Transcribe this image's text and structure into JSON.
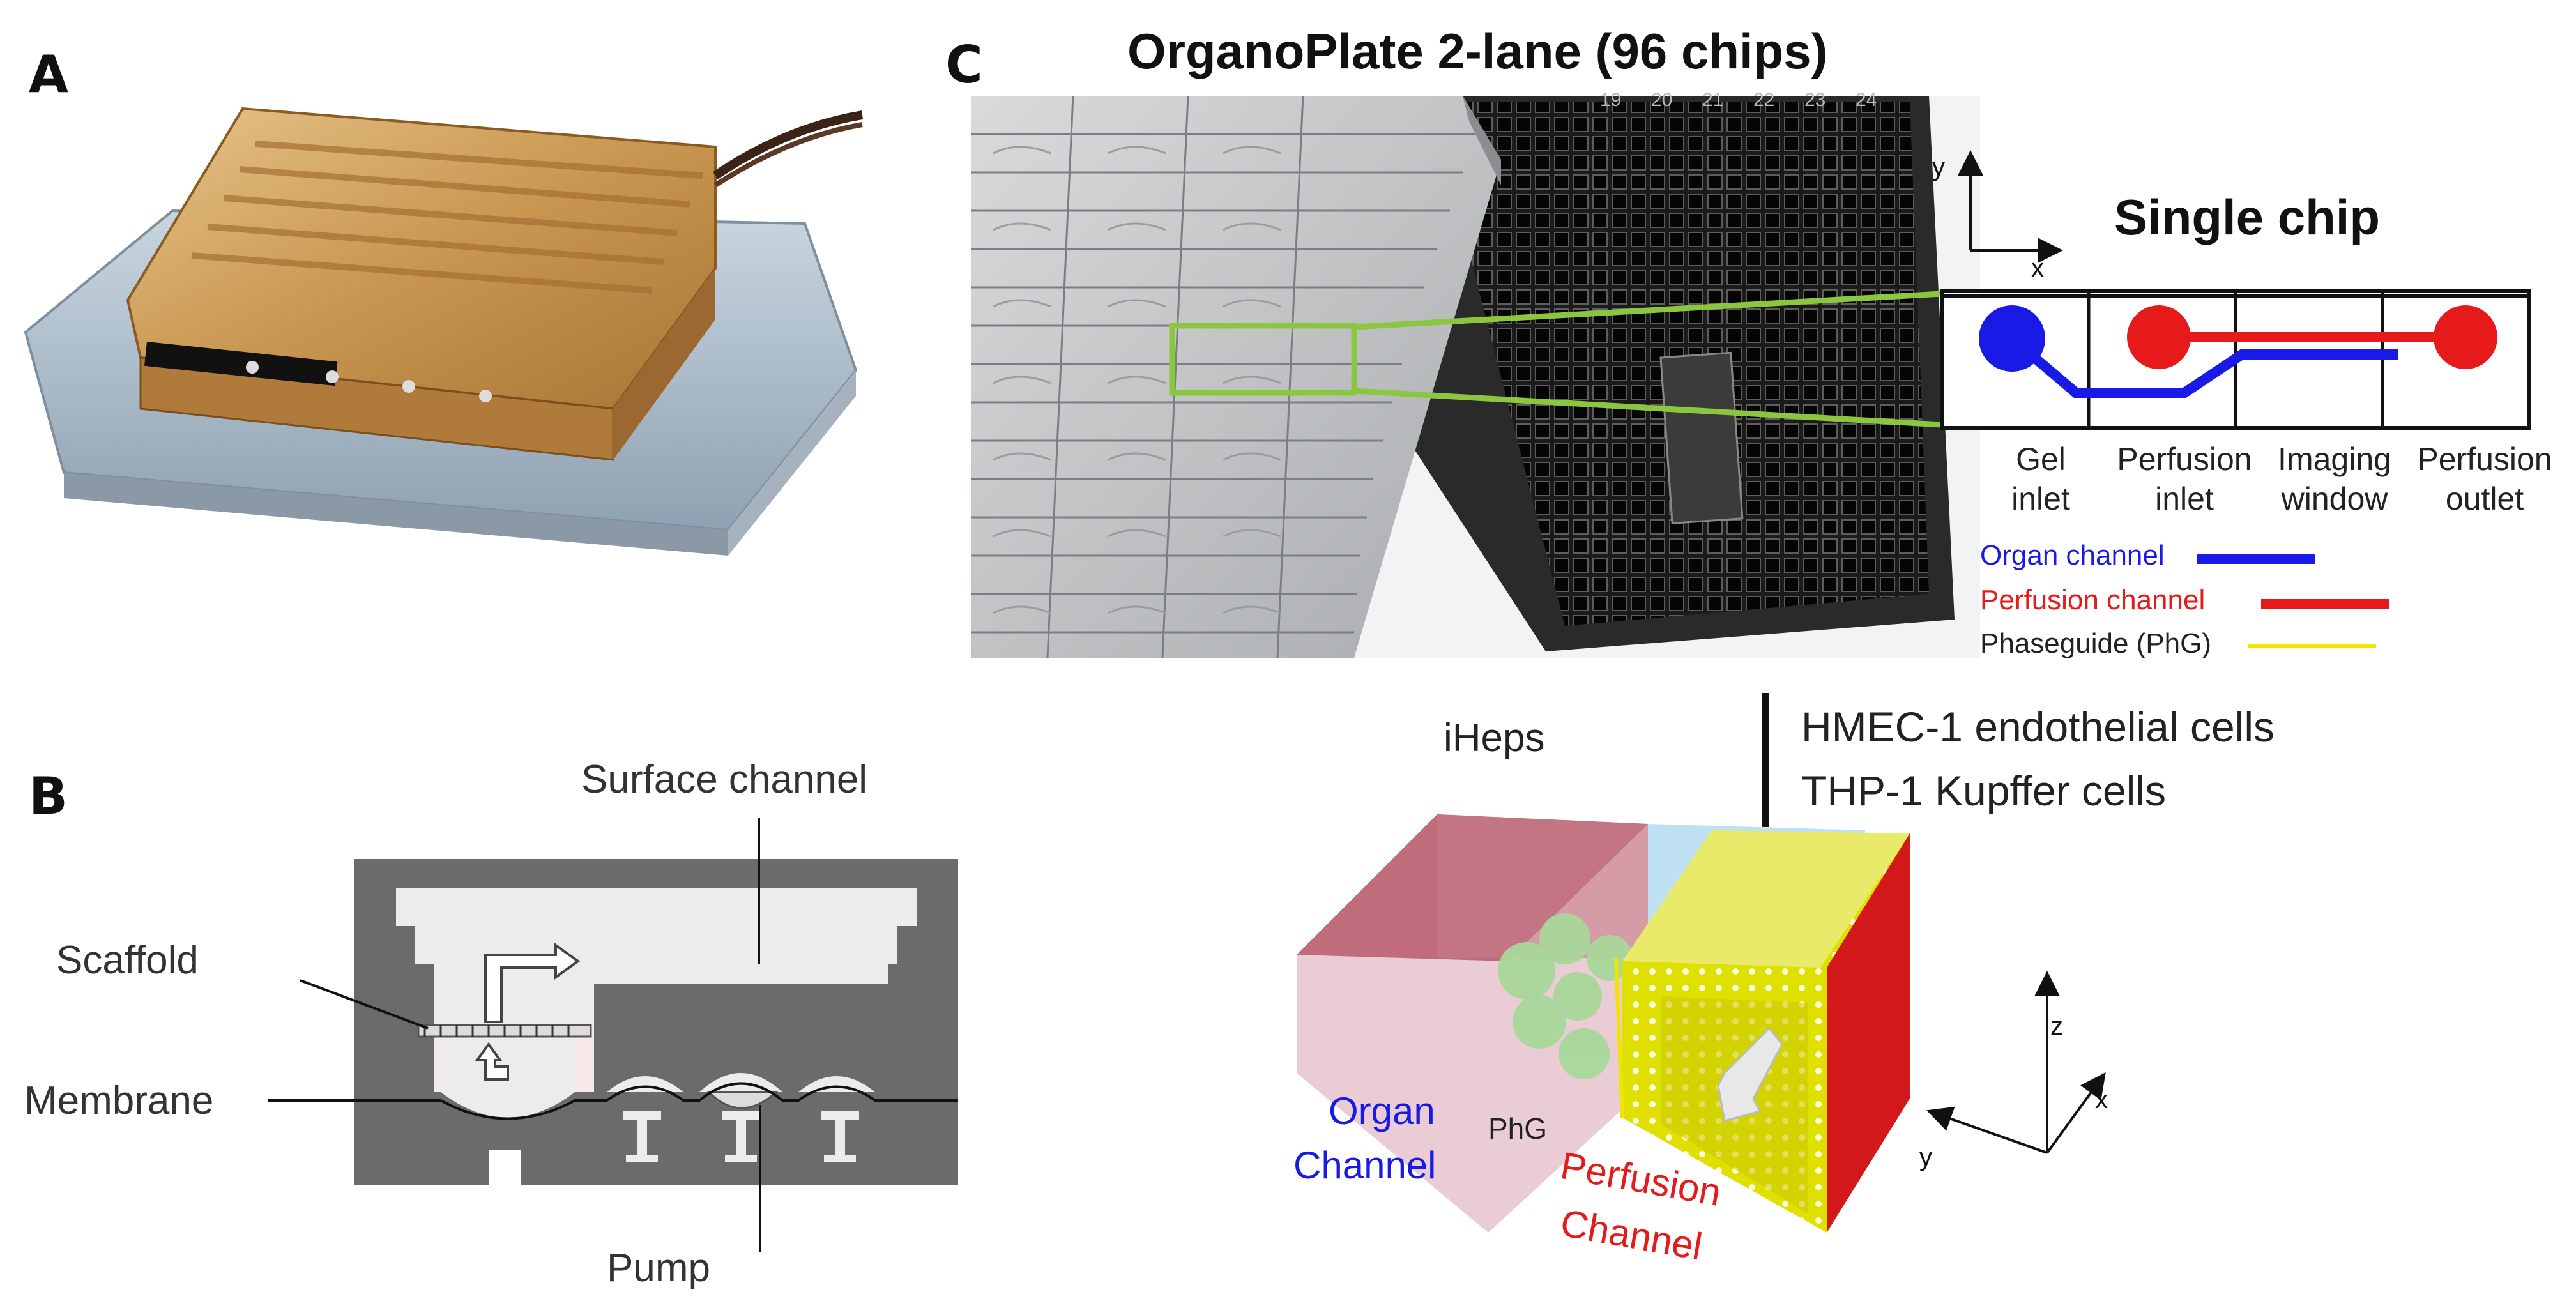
{
  "panels": {
    "a": {
      "letter": "A"
    },
    "b": {
      "letter": "B",
      "labels": {
        "surface_channel": "Surface channel",
        "scaffold": "Scaffold",
        "membrane": "Membrane",
        "pump": "Pump"
      }
    },
    "c": {
      "letter": "C",
      "title": "OrganoPlate 2-lane (96 chips)",
      "single_chip_title": "Single chip",
      "axis_small": {
        "x": "x",
        "y": "y"
      },
      "chip_columns": [
        {
          "line1": "Gel",
          "line2": "inlet"
        },
        {
          "line1": "Perfusion",
          "line2": "inlet"
        },
        {
          "line1": "Imaging",
          "line2": "window"
        },
        {
          "line1": "Perfusion",
          "line2": "outlet"
        }
      ],
      "plate_column_numbers": [
        "19",
        "20",
        "21",
        "22",
        "23",
        "24"
      ],
      "legend": [
        {
          "label": "Organ channel",
          "color": "#1a1ae6"
        },
        {
          "label": "Perfusion channel",
          "color": "#e61a1a"
        },
        {
          "label": "Phaseguide (PhG)",
          "color": "#f2e400"
        }
      ],
      "cell_labels": {
        "iheps": "iHeps",
        "hmec": "HMEC-1 endothelial cells",
        "thp": "THP-1 Kupffer cells"
      },
      "channel_labels": {
        "organ_1": "Organ",
        "organ_2": "Channel",
        "phg": "PhG",
        "perfusion_1": "Perfusion",
        "perfusion_2": "Channel"
      },
      "axis_3d": {
        "x": "x",
        "y": "y",
        "z": "z"
      }
    }
  },
  "colors": {
    "organ_blue": "#1a1ae6",
    "perfusion_red": "#e61a1a",
    "highlight_green": "#8cc63f",
    "phaseguide_yellow": "#f2e400"
  }
}
